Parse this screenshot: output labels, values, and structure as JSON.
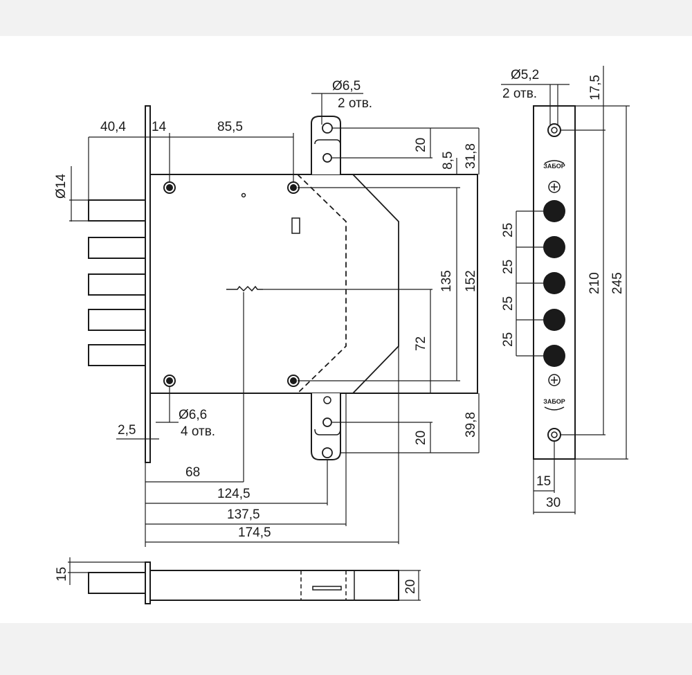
{
  "colors": {
    "line": "#1a1a1a",
    "paper": "#ffffff",
    "margin": "#f2f2f2"
  },
  "front_view": {
    "width_40_4": "40,4",
    "width_14": "14",
    "width_85_5": "85,5",
    "bolt_dia": "Ø14",
    "faceplate_thk": "2,5",
    "mount_hole": "Ø6,6",
    "mount_hole_count": "4 отв.",
    "strike_hole": "Ø6,5",
    "strike_hole_count": "2 отв.",
    "dim_20_top": "20",
    "dim_8_5": "8,5",
    "dim_31_8": "31,8",
    "dim_135": "135",
    "dim_152": "152",
    "dim_72": "72",
    "dim_20_bottom": "20",
    "dim_39_8": "39,8",
    "dim_68": "68",
    "dim_124_5": "124,5",
    "dim_137_5": "137,5",
    "dim_174_5": "174,5"
  },
  "side_view": {
    "hole": "Ø5,2",
    "hole_count": "2 отв.",
    "dim_17_5": "17,5",
    "pitch": [
      "25",
      "25",
      "25",
      "25"
    ],
    "dim_210": "210",
    "dim_245": "245",
    "dim_15": "15",
    "dim_30": "30",
    "brand_top": "ЗАБОР",
    "brand_bottom": "ЗАБОР"
  },
  "bottom_view": {
    "dim_15": "15",
    "dim_20": "20"
  }
}
